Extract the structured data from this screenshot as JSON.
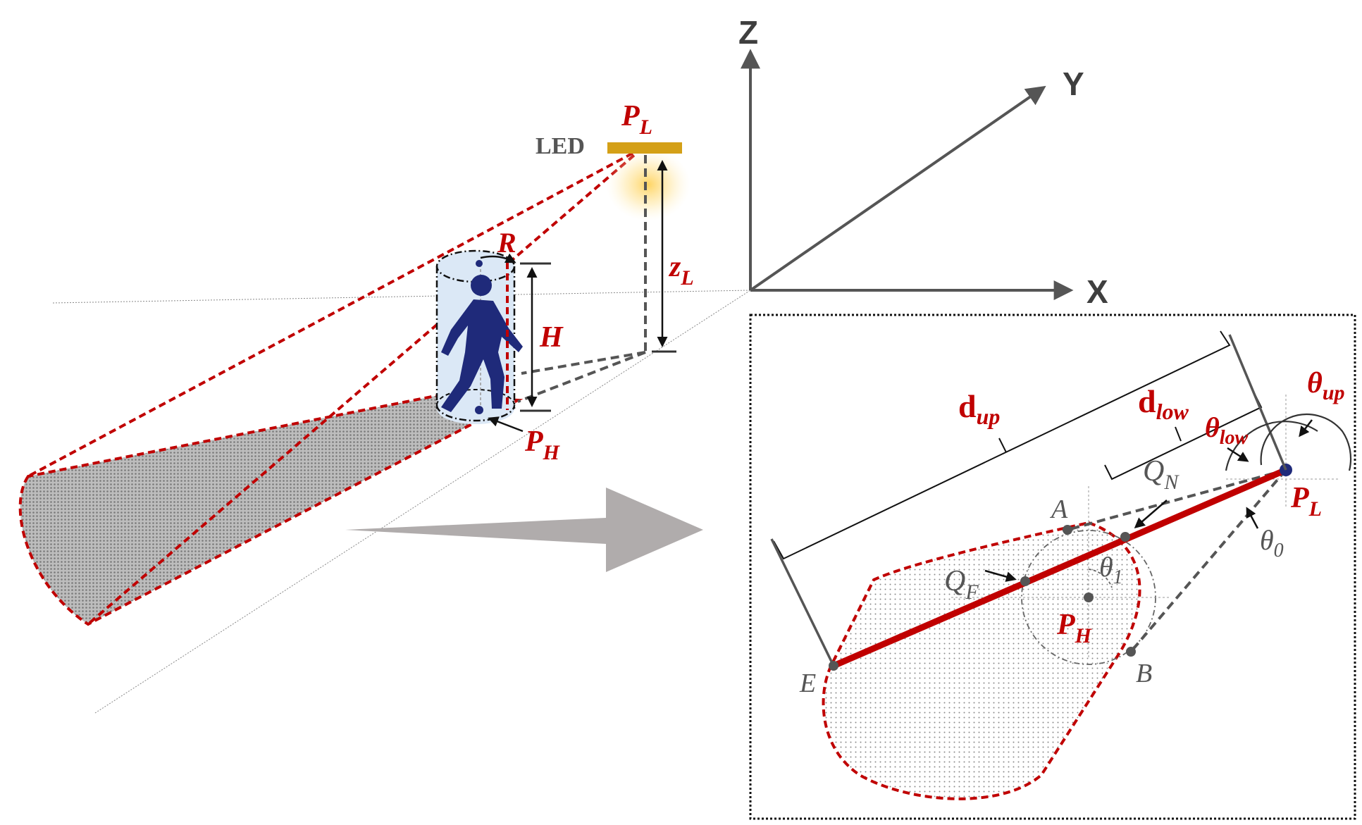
{
  "scene": {
    "led_label": "LED",
    "led_point": "P",
    "led_point_sub": "L",
    "radius_label": "R",
    "height_label": "H",
    "led_height_label": "z",
    "led_height_sub": "L",
    "human_point": "P",
    "human_point_sub": "H"
  },
  "axes": {
    "z": "Z",
    "y": "Y",
    "x": "X"
  },
  "inset": {
    "d_up": "d",
    "d_up_sub": "up",
    "d_low": "d",
    "d_low_sub": "low",
    "theta_up": "θ",
    "theta_up_sub": "up",
    "theta_low": "θ",
    "theta_low_sub": "low",
    "theta_0": "θ",
    "theta_0_sub": "0",
    "theta_1": "θ",
    "theta_1_sub": "1",
    "q_n": "Q",
    "q_n_sub": "N",
    "q_f": "Q",
    "q_f_sub": "F",
    "p_l": "P",
    "p_l_sub": "L",
    "p_h": "P",
    "p_h_sub": "H",
    "point_a": "A",
    "point_b": "B",
    "point_e": "E"
  },
  "colors": {
    "red": "#c00000",
    "navy": "#1f2a7a",
    "grey": "#555555",
    "led": "#d4a017"
  }
}
